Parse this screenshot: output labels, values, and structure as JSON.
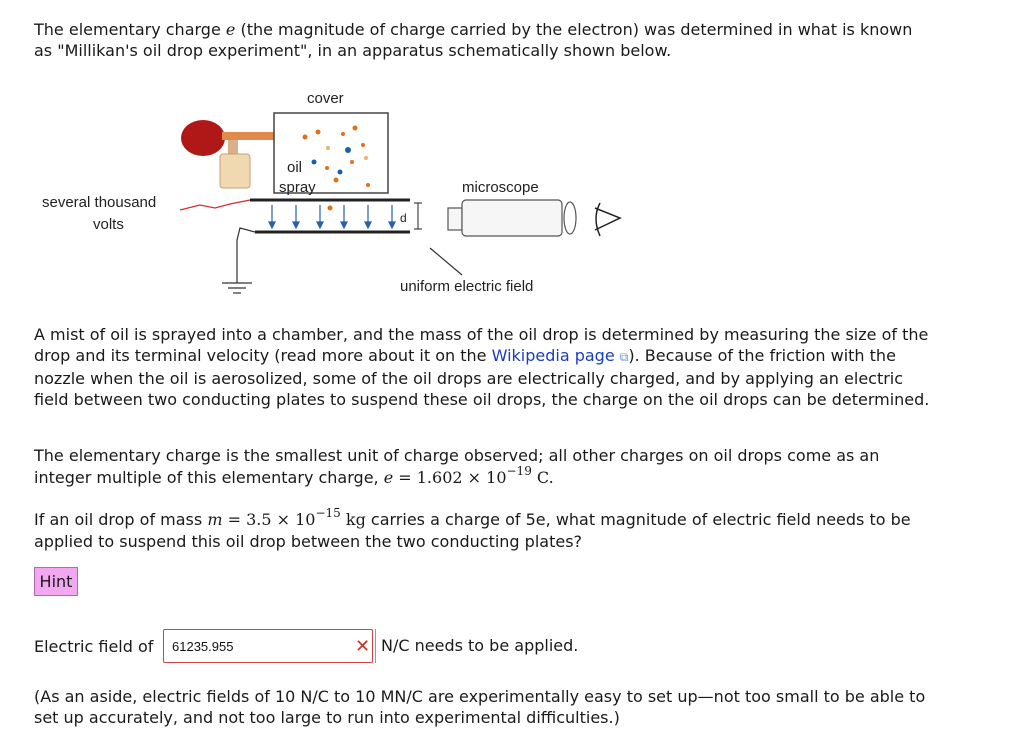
{
  "intro": {
    "text1": "The elementary charge ",
    "symbol_e": "e",
    "text2": " (the magnitude of charge carried by the electron) was determined in what is known as \"Millikan's oil drop experiment\", in an apparatus schematically shown below."
  },
  "diagram": {
    "label_cover": "cover",
    "label_oil": "oil",
    "label_spray": "spray",
    "label_microscope": "microscope",
    "label_volts_1": "several thousand",
    "label_volts_2": "volts",
    "label_field": "uniform electric field",
    "label_d": "d"
  },
  "para_mist": {
    "before_link": "A mist of oil is sprayed into a chamber, and the mass of the oil drop is determined by measuring the size of the drop and its terminal velocity (read more about it on the ",
    "link_text": "Wikipedia page",
    "after_link": "). Because of the friction with the nozzle when the oil is aerosolized, some of the oil drops are electrically charged, and by applying an electric field between two conducting plates to suspend these oil drops, the charge on the oil drops can be determined."
  },
  "para_elem": {
    "text": "The elementary charge is the smallest unit of charge observed; all other charges on oil drops come as an integer multiple of this elementary charge, ",
    "sym": "e",
    "eq": " = 1.602 × 10",
    "exp": "−19",
    "unit": " C."
  },
  "para_question": {
    "text1": "If an oil drop of mass ",
    "sym_m": "m",
    "eq": " = 3.5 × 10",
    "exp": "−15",
    "unit": " kg",
    "text2": " carries a charge of ",
    "charge": "5e",
    "text3": ", what magnitude of electric field needs to be applied to suspend this oil drop between the two conducting plates?"
  },
  "hint_label": "Hint",
  "answer": {
    "prefix": "Electric field of",
    "value": "61235.955",
    "suffix": "N/C needs to be applied.",
    "status_icon": "x-mark-icon"
  },
  "aside": "(As an aside, electric fields of 10 N/C to 10 MN/C are experimentally easy to set up—not too small to be able to set up accurately, and not too large to run into experimental difficulties.)"
}
